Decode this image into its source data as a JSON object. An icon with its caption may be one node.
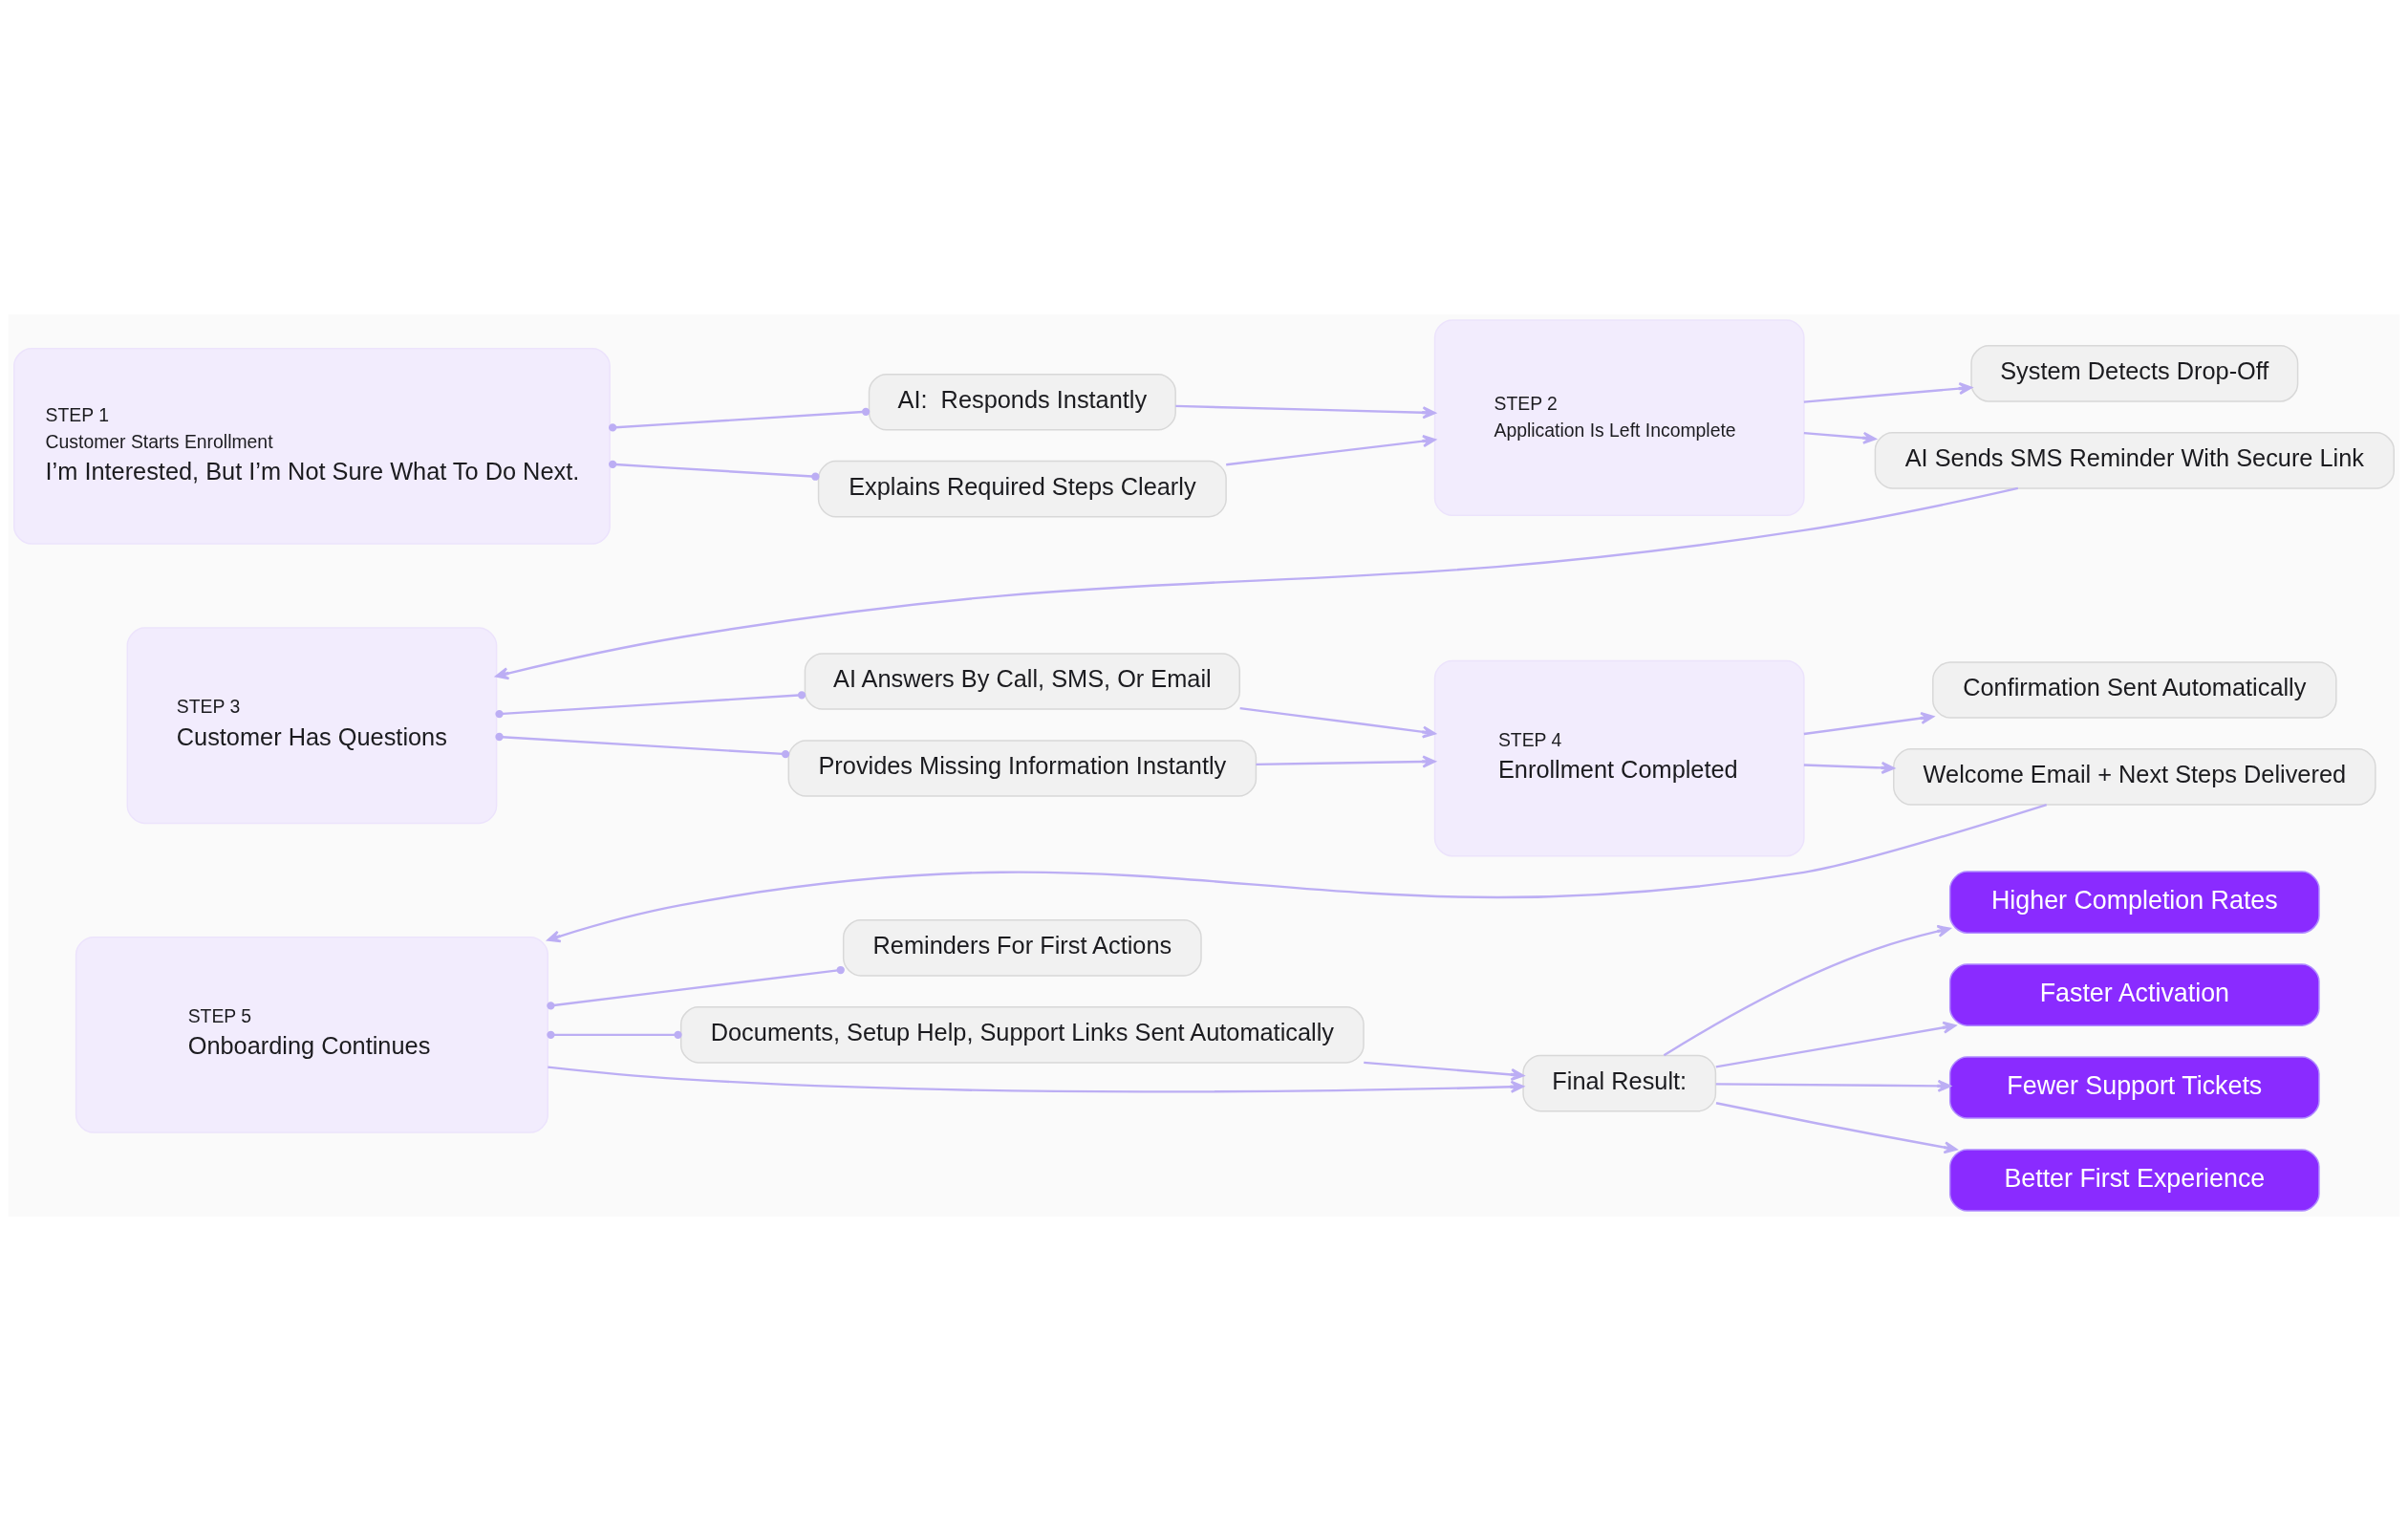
{
  "diagram": {
    "nodes": [
      {
        "text": [
          "STEP 1",
          "Customer Starts Enrollment",
          "I’m Interested, But I’m Not Sure What To Do Next."
        ]
      },
      {
        "text": [
          "AI:  Responds Instantly"
        ]
      },
      {
        "text": [
          "Explains Required Steps Clearly"
        ]
      },
      {
        "text": [
          "STEP 2",
          "Application Is Left Incomplete"
        ]
      },
      {
        "text": [
          "System Detects Drop-Off"
        ]
      },
      {
        "text": [
          "AI Sends SMS Reminder With Secure Link"
        ]
      },
      {
        "text": [
          "STEP 3",
          "Customer Has Questions"
        ]
      },
      {
        "text": [
          "AI Answers By Call, SMS, Or Email"
        ]
      },
      {
        "text": [
          "Provides Missing Information Instantly"
        ]
      },
      {
        "text": [
          "STEP 4",
          "Enrollment Completed"
        ]
      },
      {
        "text": [
          "Confirmation Sent Automatically"
        ]
      },
      {
        "text": [
          "Welcome Email + Next Steps Delivered"
        ]
      },
      {
        "text": [
          "STEP 5",
          "Onboarding Continues"
        ]
      },
      {
        "text": [
          "Reminders For First Actions"
        ]
      },
      {
        "text": [
          "Documents, Setup Help, Support Links Sent Automatically"
        ]
      },
      {
        "text": [
          "Final Result:"
        ]
      },
      {
        "text": [
          "Higher Completion Rates"
        ]
      },
      {
        "text": [
          "Faster Activation"
        ]
      },
      {
        "text": [
          "Fewer Support Tickets"
        ]
      },
      {
        "text": [
          "Better First Experience"
        ]
      }
    ],
    "edges": [
      {
        "from": 0,
        "to": 1,
        "arrow": "other"
      },
      {
        "from": 0,
        "to": 2,
        "arrow": "other"
      },
      {
        "from": 1,
        "to": 3,
        "arrow": "to"
      },
      {
        "from": 2,
        "to": 3,
        "arrow": "to"
      },
      {
        "from": 3,
        "to": 4,
        "arrow": "to"
      },
      {
        "from": 3,
        "to": 5,
        "arrow": "to"
      },
      {
        "from": 5,
        "to": 6,
        "arrow": "to"
      },
      {
        "from": 6,
        "to": 7,
        "arrow": "other"
      },
      {
        "from": 6,
        "to": 8,
        "arrow": "other"
      },
      {
        "from": 7,
        "to": 9,
        "arrow": "to"
      },
      {
        "from": 8,
        "to": 9,
        "arrow": "to"
      },
      {
        "from": 9,
        "to": 10,
        "arrow": "to"
      },
      {
        "from": 9,
        "to": 11,
        "arrow": "to"
      },
      {
        "from": 11,
        "to": 12,
        "arrow": "to"
      },
      {
        "from": 12,
        "to": 13,
        "arrow": "other"
      },
      {
        "from": 12,
        "to": 14,
        "arrow": "other"
      },
      {
        "from": 12,
        "to": 15,
        "arrow": "to"
      },
      {
        "from": 14,
        "to": 15,
        "arrow": "to"
      },
      {
        "from": 15,
        "to": 16,
        "arrow": "to"
      },
      {
        "from": 15,
        "to": 17,
        "arrow": "to"
      },
      {
        "from": 15,
        "to": 18,
        "arrow": "to"
      },
      {
        "from": 15,
        "to": 19,
        "arrow": "to"
      }
    ]
  }
}
